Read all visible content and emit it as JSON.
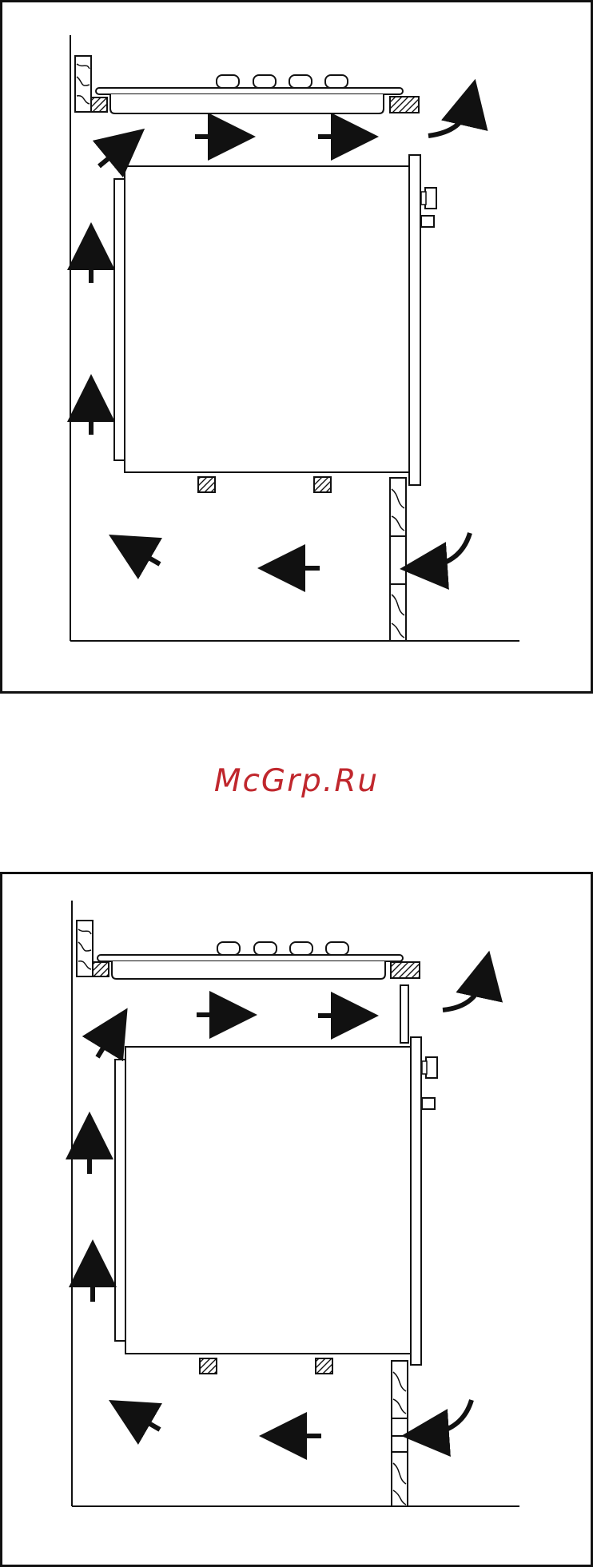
{
  "watermark": {
    "text": "McGrp.Ru",
    "color": "#c0272d"
  },
  "diagrams": [
    {
      "name": "ventilation-diagram-top",
      "variant": "without-front-trim"
    },
    {
      "name": "ventilation-diagram-bottom",
      "variant": "with-front-trim"
    }
  ],
  "colors": {
    "line": "#111111",
    "background": "#ffffff",
    "hatch": "#111111"
  },
  "icons": {
    "airflow": "arrow-icon",
    "airflow_curved": "curved-arrow-icon",
    "wood": "wood-hatch-icon",
    "burner": "burner-icon",
    "knob": "knob-icon"
  }
}
